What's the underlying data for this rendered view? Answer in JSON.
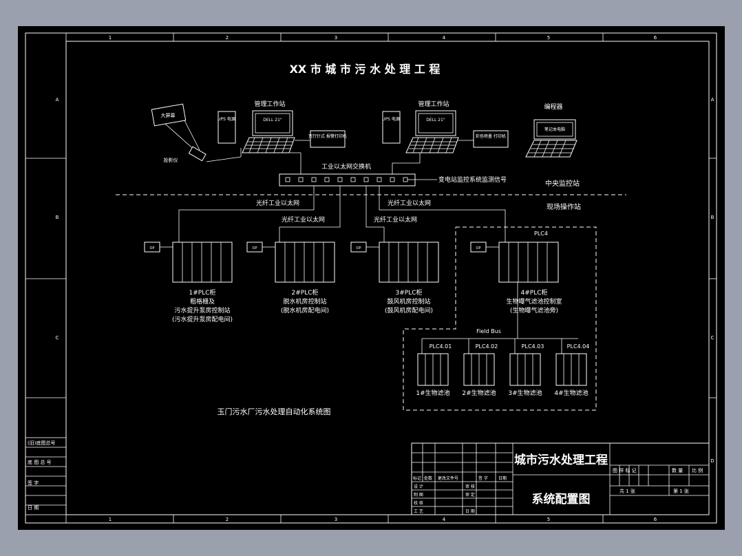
{
  "diagram": {
    "title": "XX 市 城 市 污 水 处 理 工 程",
    "caption": "玉门污水厂污水处理自动化系统图",
    "grid": {
      "cols": [
        "1",
        "2",
        "3",
        "4",
        "5",
        "6"
      ],
      "rows": [
        "A",
        "B",
        "C",
        "D"
      ]
    },
    "central": {
      "label": "中央监控站",
      "field_label": "现场操作站",
      "station_left": "管理工作站",
      "station_right": "管理工作站",
      "programmer": "编程器",
      "screen_left": "DELL 21\"",
      "screen_right": "DELL 21\"",
      "programmer_screen": "笔记本电脑",
      "ups_left": "UPS 电源",
      "ups_right": "UPS 电源",
      "printer_left": "宽行针式 报警打印机",
      "printer_right": "彩色喷墨 打印机",
      "big_screen": "大屏幕",
      "projector": "投影仪",
      "switch": "工业以太网交换机",
      "substation_signal": "变电站监控系统监测信号",
      "fiber": "光纤工业以太网"
    },
    "plcs": [
      {
        "name": "1#PLC柜",
        "l1": "粗格栅及",
        "l2": "污水提升泵房控制站",
        "l3": "(污水提升泵房配电间)"
      },
      {
        "name": "2#PLC柜",
        "l1": "脱水机房控制站",
        "l2": "(脱水机房配电间)",
        "l3": ""
      },
      {
        "name": "3#PLC柜",
        "l1": "鼓风机房控制站",
        "l2": "(鼓风机房配电间)",
        "l3": ""
      },
      {
        "name": "4#PLC柜",
        "l1": "生物曝气滤池控制室",
        "l2": "(生物曝气滤池旁)",
        "l3": ""
      }
    ],
    "op_label": "OP",
    "plc4_label": "PLC4",
    "fieldbus": "Field Bus",
    "subs": [
      {
        "code": "PLC4.01",
        "name": "1#生物滤池"
      },
      {
        "code": "PLC4.02",
        "name": "2#生物滤池"
      },
      {
        "code": "PLC4.03",
        "name": "3#生物滤池"
      },
      {
        "code": "PLC4.04",
        "name": "4#生物滤池"
      }
    ]
  },
  "title_block": {
    "project": "城市污水处理工程",
    "drawing": "系统配置图",
    "hdr_stage": "图 样 标 记",
    "hdr_weight": "数 量",
    "hdr_scale": "比 例",
    "sheets_total": "共 1 张",
    "sheet_no": "第 1 张",
    "rev_headers": [
      "标记",
      "处数",
      "更改文件号",
      "签 字",
      "日期"
    ],
    "roles": [
      "设 计",
      "制 图",
      "校 核",
      "工 艺"
    ],
    "roles2": [
      "审 核",
      "审 定",
      "",
      "日 期"
    ]
  },
  "side_table": [
    "(旧)底图总号",
    "底 图 总 号",
    "签 字",
    "日 期"
  ]
}
